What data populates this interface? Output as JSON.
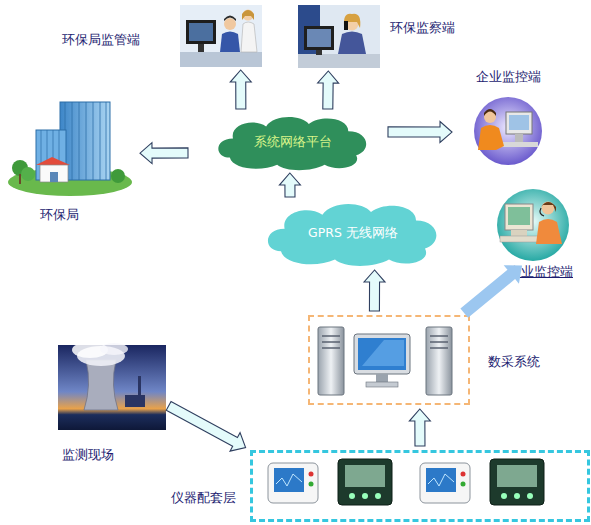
{
  "diagram": {
    "nodes": [
      {
        "text": [
          "环保局监管端"
        ]
      },
      {
        "text": [
          "环保监察端"
        ]
      },
      {
        "text": [
          "企业监控端"
        ]
      },
      {
        "text": [
          "环保局"
        ]
      },
      {
        "text": [
          "系统网络平台"
        ]
      },
      {
        "text": [
          "GPRS 无线网络"
        ]
      },
      {
        "text": [
          "企业监控端"
        ]
      },
      {
        "text": [
          "数采系统"
        ]
      },
      {
        "text": [
          "监测现场"
        ]
      },
      {
        "text": [
          "仪器配套层"
        ]
      }
    ],
    "edges": [
      {
        "from": 4,
        "to": 0,
        "arrow": "to"
      },
      {
        "from": 4,
        "to": 1,
        "arrow": "to"
      },
      {
        "from": 4,
        "to": 2,
        "arrow": "to"
      },
      {
        "from": 4,
        "to": 3,
        "arrow": "to"
      },
      {
        "from": 5,
        "to": 4,
        "arrow": "to"
      },
      {
        "from": 7,
        "to": 5,
        "arrow": "to"
      },
      {
        "from": 7,
        "to": 6,
        "arrow": "to"
      },
      {
        "from": 8,
        "to": 9,
        "arrow": "to"
      },
      {
        "from": 9,
        "to": 7,
        "arrow": "to"
      }
    ]
  }
}
